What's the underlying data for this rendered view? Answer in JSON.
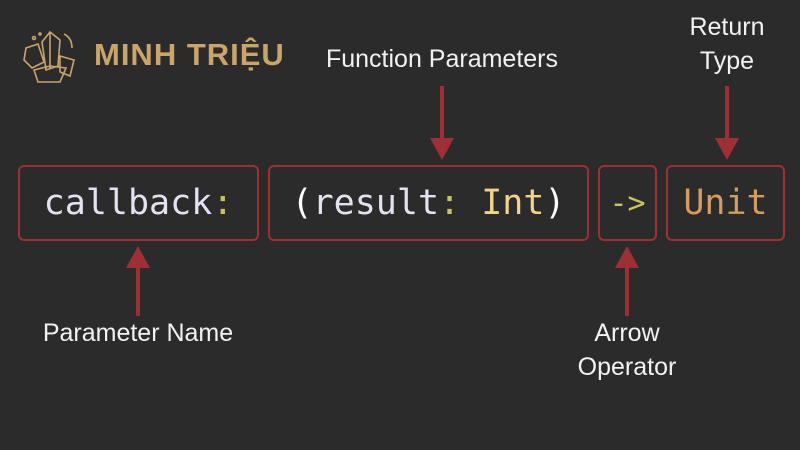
{
  "logo": {
    "text": "MINH TRIỆU"
  },
  "code": {
    "param_name": "callback",
    "colon1": ":",
    "open_paren": "(",
    "inner_param": "result",
    "colon2": ":",
    "inner_type": "Int",
    "close_paren": ")",
    "arrow": "->",
    "return_type": "Unit"
  },
  "labels": {
    "function_parameters": "Function Parameters",
    "return_type_line1": "Return",
    "return_type_line2": "Type",
    "parameter_name": "Parameter Name",
    "arrow_operator_line1": "Arrow",
    "arrow_operator_line2": "Operator"
  },
  "colors": {
    "background": "#2b2b2b",
    "box_border": "#9e2f35",
    "code_text": "#e4e2f2",
    "punctuation": "#c8c45e",
    "type_int": "#f2d38a",
    "type_unit": "#d49c62",
    "logo": "#c9a56a"
  }
}
